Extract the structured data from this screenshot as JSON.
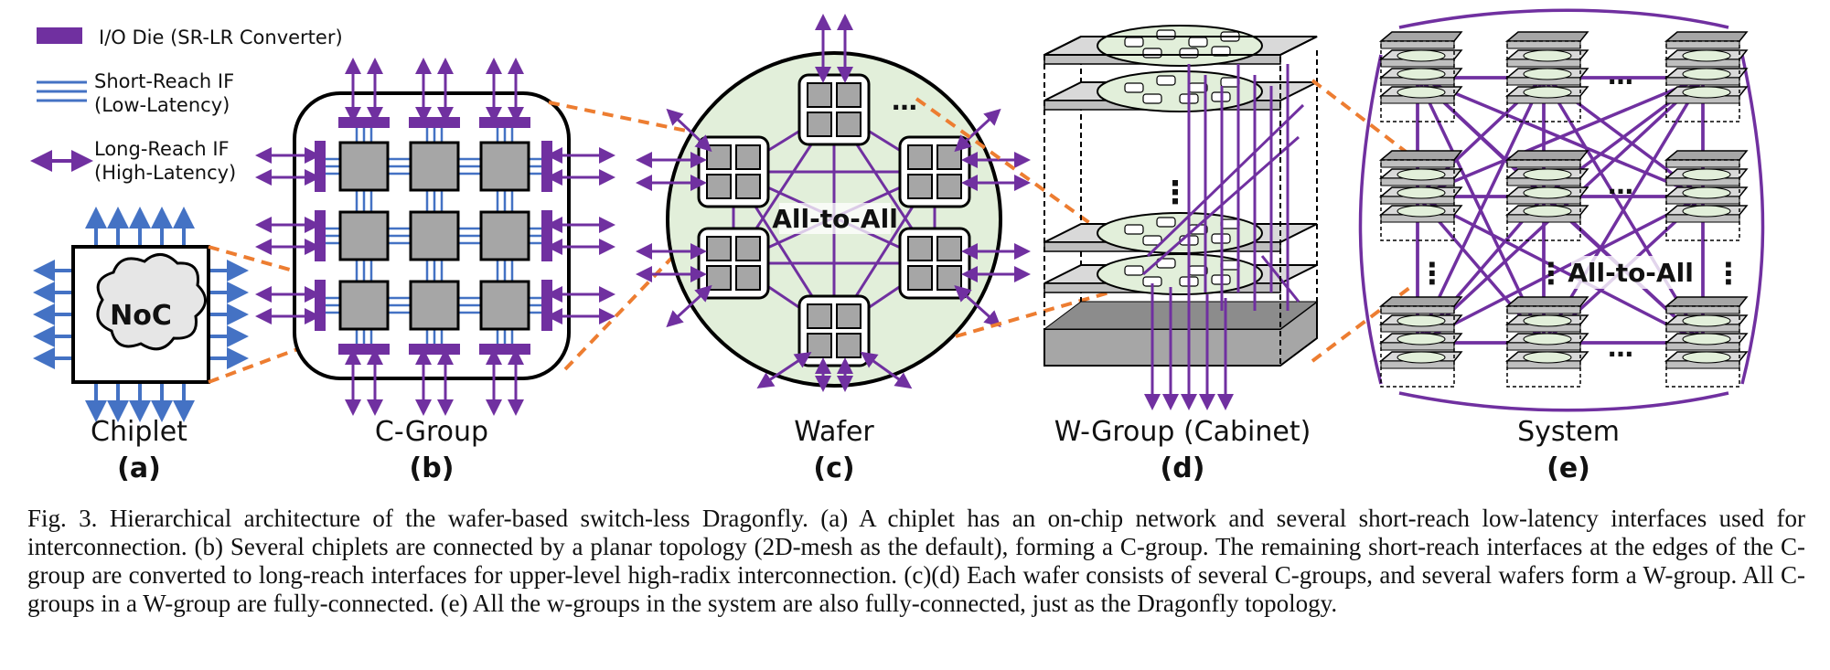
{
  "legend": {
    "io_die": "I/O Die (SR-LR Converter)",
    "short_reach_1": "Short-Reach IF",
    "short_reach_2": "(Low-Latency)",
    "long_reach_1": "Long-Reach IF",
    "long_reach_2": "(High-Latency)"
  },
  "panels": {
    "chiplet": {
      "title": "Chiplet",
      "letter": "(a)",
      "inner": "NoC"
    },
    "cgroup": {
      "title": "C-Group",
      "letter": "(b)"
    },
    "wafer": {
      "title": "Wafer",
      "letter": "(c)",
      "center": "All-to-All",
      "ellipsis": "…"
    },
    "wgroup": {
      "title": "W-Group (Cabinet)",
      "letter": "(d)",
      "vdots": "⋮"
    },
    "system": {
      "title": "System",
      "letter": "(e)",
      "center": "All-to-All",
      "ellipsis": "…",
      "vdots": "⋮"
    }
  },
  "caption": "Fig. 3.  Hierarchical architecture of the wafer-based switch-less Dragonfly. (a) A chiplet has an on-chip network and several short-reach low-latency interfaces used for interconnection. (b) Several chiplets are connected by a planar topology (2D-mesh as the default), forming a C-group. The remaining short-reach interfaces at the edges of the C-group are converted to long-reach interfaces for upper-level high-radix interconnection. (c)(d) Each wafer consists of several C-groups, and several wafers form a W-group. All C-groups in a W-group are fully-connected. (e) All the w-groups in the system are also fully-connected, just as the Dragonfly topology.",
  "colors": {
    "purple": "#7030a0",
    "blue": "#4472c4",
    "orange": "#ed7d31",
    "gray": "#a6a6a6",
    "green": "#e2efda"
  }
}
